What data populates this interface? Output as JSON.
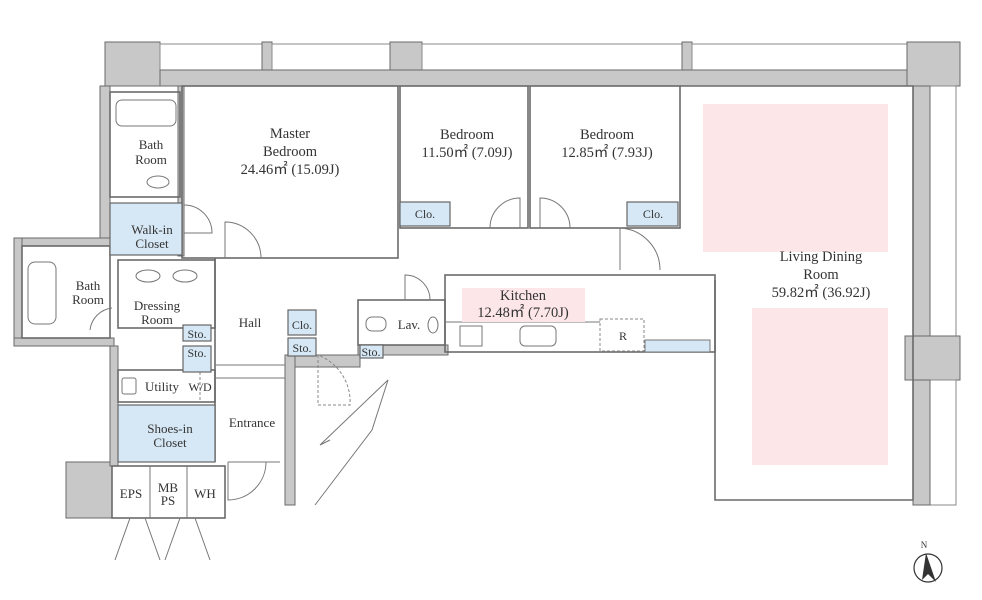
{
  "rooms": {
    "master_bedroom": {
      "name1": "Master",
      "name2": "Bedroom",
      "area": "24.46㎡ (15.09J)"
    },
    "bedroom_1": {
      "name": "Bedroom",
      "area": "11.50㎡ (7.09J)"
    },
    "bedroom_2": {
      "name": "Bedroom",
      "area": "12.85㎡ (7.93J)"
    },
    "living": {
      "name1": "Living Dining",
      "name2": "Room",
      "area": "59.82㎡ (36.92J)"
    },
    "kitchen": {
      "name": "Kitchen",
      "area": "12.48㎡ (7.70J)"
    },
    "bath_top": {
      "name1": "Bath",
      "name2": "Room"
    },
    "bath_left": {
      "name1": "Bath",
      "name2": "Room"
    },
    "walkin": {
      "name1": "Walk-in",
      "name2": "Closet"
    },
    "dressing": {
      "name1": "Dressing",
      "name2": "Room"
    },
    "utility": "Utility",
    "wd": "W/D",
    "shoes": {
      "name1": "Shoes-in",
      "name2": "Closet"
    },
    "eps": "EPS",
    "mbps": {
      "l1": "MB",
      "l2": "PS"
    },
    "wh": "WH",
    "hall": "Hall",
    "entrance": "Entrance",
    "lav": "Lav.",
    "fridge": "R"
  },
  "storage": {
    "clo": "Clo.",
    "sto": "Sto."
  },
  "compass": "N",
  "colors": {
    "wall": "#c8c8c8",
    "closet": "#d6e8f5",
    "highlight": "#fce6e8"
  }
}
